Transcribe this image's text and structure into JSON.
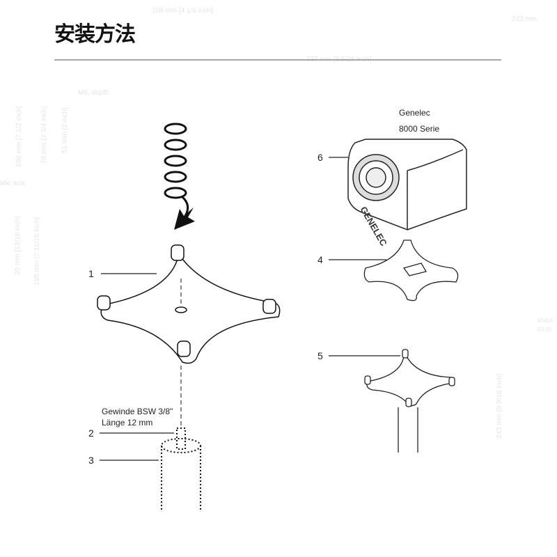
{
  "title": "安装方法",
  "watermark": [
    "108 mm [4 1/4 inch]",
    "237 mm [9 5/16 inch]",
    "243 mm",
    "M6, depth",
    "190 mm [7 1/2 inch]",
    "70 mm [2 3/4 inch]",
    "51 mm [2 inch]",
    "atic axis",
    "20 mm [13/16 inch]",
    "195 mm [7 11/16 inch]",
    "243 mm [9 9/16 inch]",
    "8341A",
    "03 05"
  ],
  "product": {
    "line1": "Genelec",
    "line2": "8000 Serie",
    "logo": "GENELEC"
  },
  "thread": {
    "line1": "Gewinde BSW 3/8\"",
    "line2": "Länge 12 mm"
  },
  "callouts": [
    "1",
    "2",
    "3",
    "4",
    "5",
    "6"
  ]
}
